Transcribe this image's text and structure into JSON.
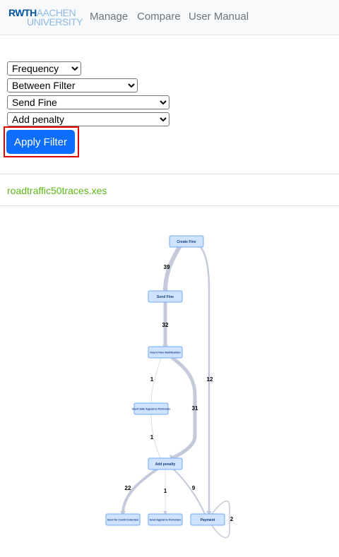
{
  "navbar": {
    "logo_rwth": "RWTH",
    "logo_aachen": "AACHEN",
    "logo_university": "UNIVERSITY",
    "links": [
      "Manage",
      "Compare",
      "User Manual"
    ]
  },
  "filters": {
    "metric_value": "Frequency",
    "filter_type_value": "Between Filter",
    "start_activity_value": "Send Fine",
    "end_activity_value": "Add penalty",
    "apply_label": "Apply Filter"
  },
  "log": {
    "filename": "roadtraffic50traces.xes"
  },
  "colors": {
    "accent": "#0d6efd",
    "highlight_border": "#e00000",
    "filename": "#5cb615",
    "node_fill": "#cfe2ff",
    "edge": "#c4cad9"
  },
  "process_map": {
    "nodes": [
      "Create Fine",
      "Send Fine",
      "Insert Fine Notification",
      "Insert Date Appeal to Prefecture",
      "Add penalty",
      "Send for Credit Collection",
      "Send Appeal to Prefecture",
      "Payment"
    ],
    "edges": [
      {
        "from": "Create Fine",
        "to": "Send Fine",
        "label": "39"
      },
      {
        "from": "Send Fine",
        "to": "Insert Fine Notification",
        "label": "32"
      },
      {
        "from": "Insert Fine Notification",
        "to": "Insert Date Appeal to Prefecture",
        "label": "1"
      },
      {
        "from": "Insert Fine Notification",
        "to": "Add penalty",
        "label": "31"
      },
      {
        "from": "Create Fine",
        "to": "Payment",
        "label": "12"
      },
      {
        "from": "Insert Date Appeal to Prefecture",
        "to": "Add penalty",
        "label": "1"
      },
      {
        "from": "Add penalty",
        "to": "Send for Credit Collection",
        "label": "22"
      },
      {
        "from": "Add penalty",
        "to": "Send Appeal to Prefecture",
        "label": "1"
      },
      {
        "from": "Add penalty",
        "to": "Payment",
        "label": "9"
      },
      {
        "from": "Payment",
        "to": "Payment",
        "label": "2"
      }
    ]
  }
}
